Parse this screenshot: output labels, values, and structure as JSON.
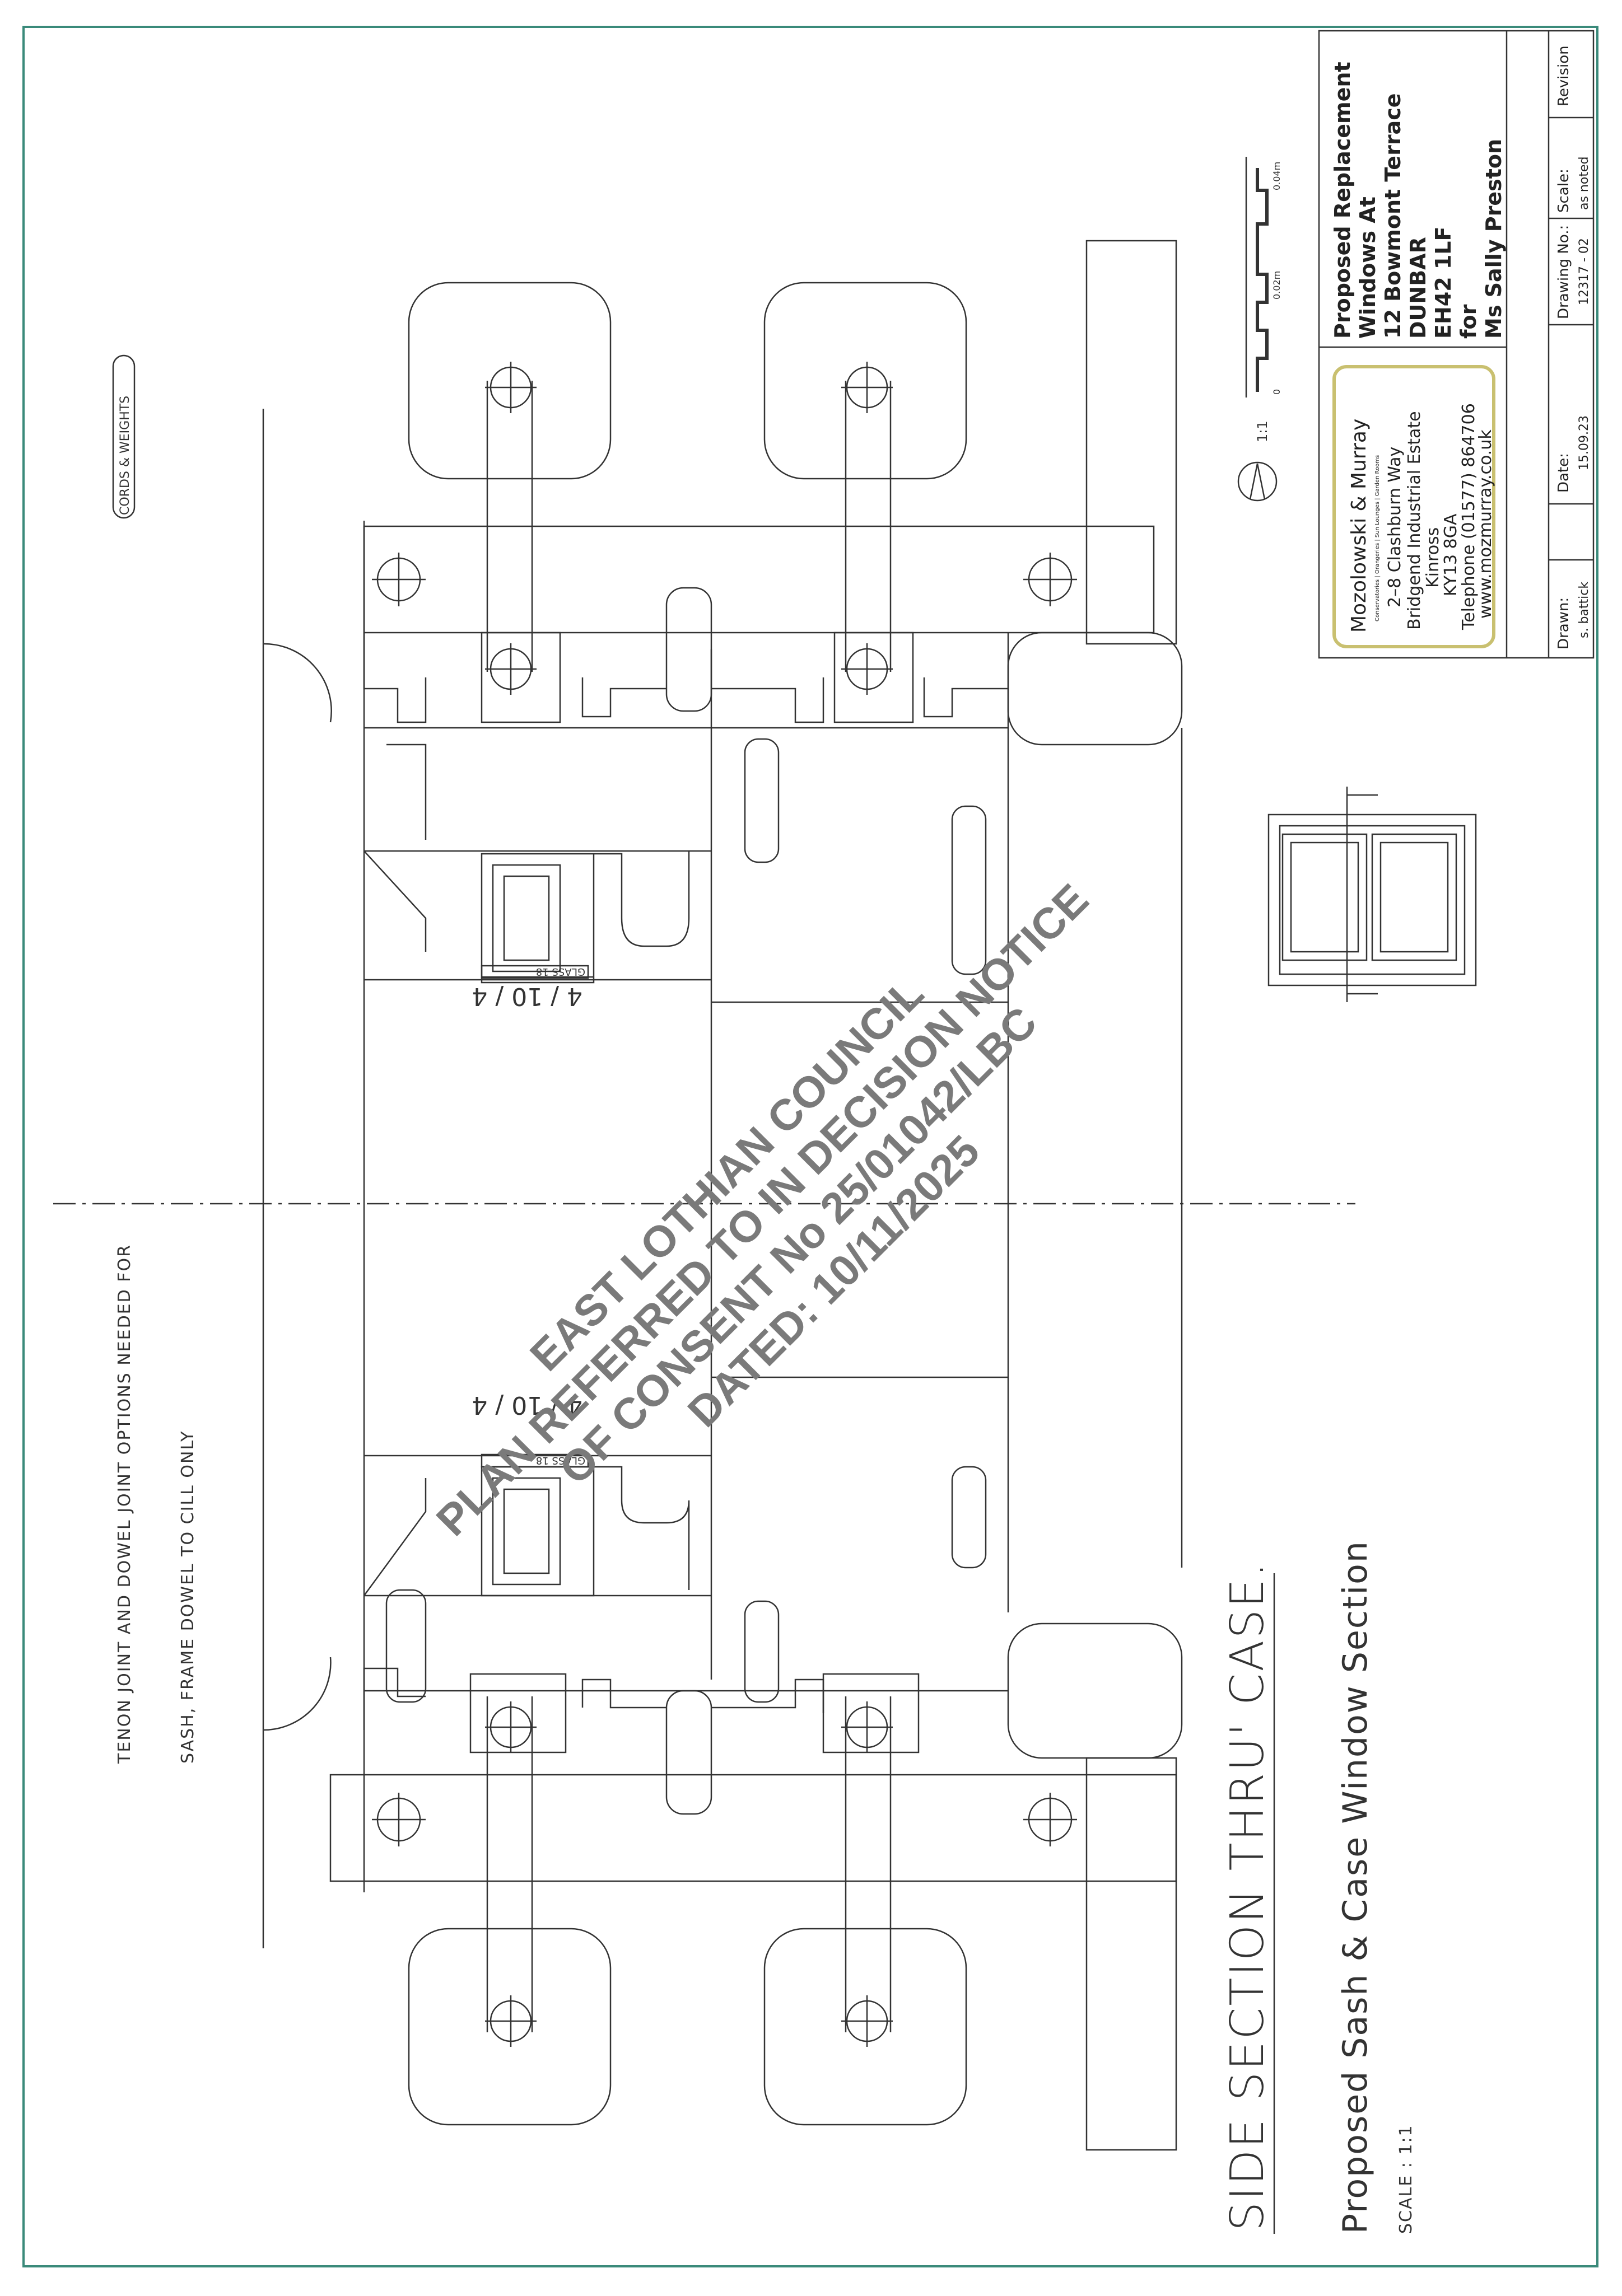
{
  "drawing": {
    "side_section_title": "SIDE SECTION THRU' CASE.",
    "main_title": "Proposed Sash & Case Window Section",
    "scale_note": "SCALE : 1:1",
    "note_line1": "TENON JOINT AND DOWEL JOINT OPTIONS NEEDED FOR",
    "note_line2": "SASH, FRAME DOWEL TO CILL ONLY",
    "cords_label": "CORDS & WEIGHTS",
    "glass_label": "GLASS 18",
    "glazing_spec": "4 / 10 / 4"
  },
  "stamp": {
    "line1": "EAST LOTHIAN COUNCIL",
    "line2": "PLAN REFERRED TO IN DECISION NOTICE",
    "line3": "OF CONSENT No 25/01042/LBC",
    "line4": "DATED: 10/11/2025"
  },
  "scale_bar": {
    "ratio": "1:1",
    "zero": "0",
    "mid": "0.02m",
    "end": "0.04m"
  },
  "title_block": {
    "project_line1": "Proposed Replacement",
    "project_line2": "Windows At",
    "address_line1": "12 Bowmont Terrace",
    "address_line2": "DUNBAR",
    "address_line3": "EH42 1LF",
    "for_label": "for",
    "client": "Ms Sally Preston",
    "company_name": "Mozolowski & Murray",
    "company_tagline": "Conservatories | Orangeries | Sun Lounges | Garden Rooms",
    "company_addr1": "2–8 Clashburn Way",
    "company_addr2": "Bridgend Industrial Estate",
    "company_addr3": "Kinross",
    "company_addr4": "KY13 8GA",
    "telephone": "Telephone (01577) 864706",
    "website": "www.mozmurray.co.uk",
    "drawn_label": "Drawn:",
    "drawn_value": "s. battick",
    "date_label": "Date:",
    "date_value": "15.09.23",
    "drawing_no_label": "Drawing No.:",
    "drawing_no_value": "12317 - 02",
    "scale_label": "Scale:",
    "scale_value": "as noted",
    "revision_label": "Revision"
  },
  "colors": {
    "border": "#3a8a7a",
    "line": "#333333",
    "stamp": "#7a7a7a",
    "logo_frame": "#c9c070"
  }
}
